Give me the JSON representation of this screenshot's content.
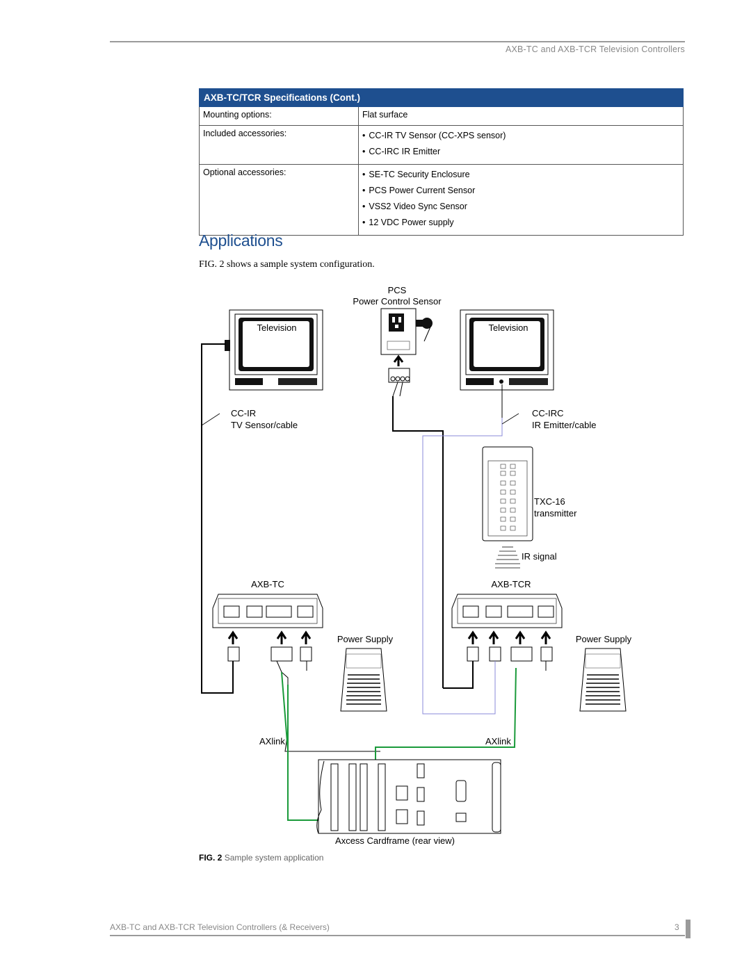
{
  "header": {
    "running_title": "AXB-TC and AXB-TCR Television Controllers"
  },
  "spec_table": {
    "title": "AXB-TC/TCR Specifications (Cont.)",
    "rows": [
      {
        "label": "Mounting options:",
        "value": "Flat surface"
      },
      {
        "label": "Included accessories:",
        "items": [
          "CC-IR TV Sensor (CC-XPS sensor)",
          "CC-IRC IR Emitter"
        ]
      },
      {
        "label": "Optional accessories:",
        "items": [
          "SE-TC Security Enclosure",
          "PCS Power Current Sensor",
          "VSS2 Video Sync Sensor",
          "12 VDC Power supply"
        ]
      }
    ]
  },
  "section": {
    "title": "Applications",
    "intro": "FIG. 2 shows a sample system configuration."
  },
  "diagram": {
    "pcs_label": "PCS",
    "pcs_sub": "Power Control Sensor",
    "tv_left": "Television",
    "tv_right": "Television",
    "ccir_label": "CC-IR",
    "ccir_sub": "TV Sensor/cable",
    "ccirc_label": "CC-IRC",
    "ccirc_sub": "IR Emitter/cable",
    "txc_label": "TXC-16",
    "txc_sub": "transmitter",
    "ir_signal": "IR signal",
    "axbtc": "AXB-TC",
    "axbtcr": "AXB-TCR",
    "power_supply_left": "Power Supply",
    "power_supply_right": "Power Supply",
    "axlink_left": "AXlink",
    "axlink_right": "AXlink",
    "cardframe": "Axcess Cardframe (rear view)"
  },
  "caption": {
    "fig": "FIG. 2",
    "text": "Sample system application"
  },
  "footer": {
    "title": "AXB-TC and AXB-TCR Television Controllers (& Receivers)",
    "page": "3"
  },
  "colors": {
    "accent": "#1e4f8f",
    "axlink_wire": "#1a9a3a",
    "ir_wire": "#8a8ad8"
  }
}
